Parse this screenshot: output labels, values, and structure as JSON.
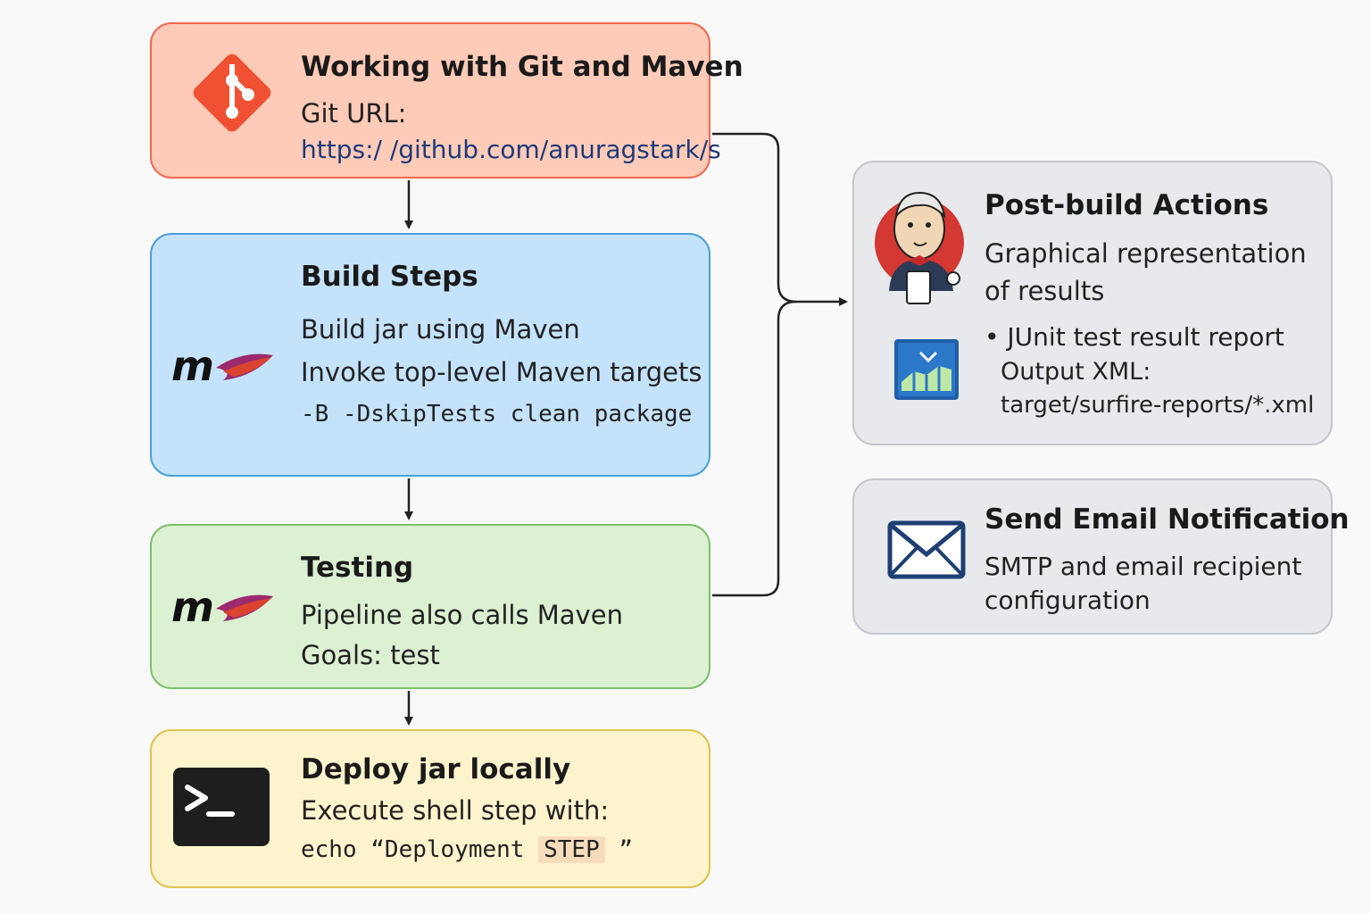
{
  "git": {
    "title": "Working with Git and Maven",
    "label": "Git URL:",
    "url": "https:/ /github.com/anuragstark/s"
  },
  "build": {
    "title": "Build Steps",
    "line1": "Build jar using Maven",
    "line2": "Invoke top-level Maven targets",
    "command": "-B -DskipTests clean package"
  },
  "test": {
    "title": "Testing",
    "line1": "Pipeline also calls Maven",
    "line2": "Goals: test"
  },
  "deploy": {
    "title": "Deploy jar locally",
    "line1": "Execute shell step with:",
    "cmd_prefix": "echo “Deployment ",
    "cmd_highlight": "STEP",
    "cmd_suffix": " ”"
  },
  "post": {
    "title": "Post-build Actions",
    "desc_line1": "Graphical representation",
    "desc_line2": "of results",
    "bullet": "• JUnit test result report",
    "output_label": "Output XML:",
    "output_path": "target/surfire-reports/*.xml"
  },
  "email": {
    "title": "Send Email Notification",
    "line1": "SMTP and email recipient",
    "line2": "configuration"
  },
  "icons": {
    "git": "git-logo-icon",
    "maven": "maven-logo-icon",
    "terminal": "terminal-icon",
    "jenkins": "jenkins-mascot-icon",
    "chart": "chart-report-icon",
    "mail": "envelope-icon"
  },
  "colors": {
    "git_fill": "#fdcbb7",
    "build_fill": "#c4e3fb",
    "test_fill": "#dcf0d2",
    "deploy_fill": "#fdf4cd",
    "side_fill": "#e8e9ec"
  }
}
